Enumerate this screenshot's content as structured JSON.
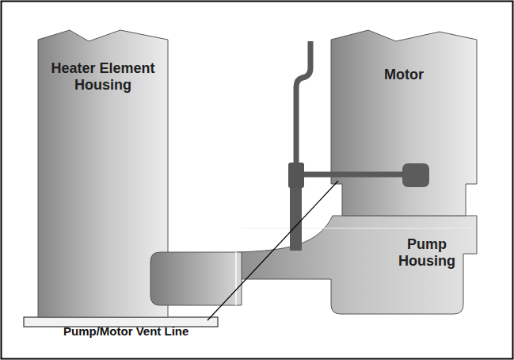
{
  "diagram": {
    "nodes": [
      {
        "text": [
          "Heater Element Housing"
        ]
      },
      {
        "text": [
          "Motor"
        ]
      },
      {
        "text": [
          "Pump Housing"
        ]
      }
    ],
    "labels": [
      "Pump/Motor Vent Line"
    ]
  }
}
